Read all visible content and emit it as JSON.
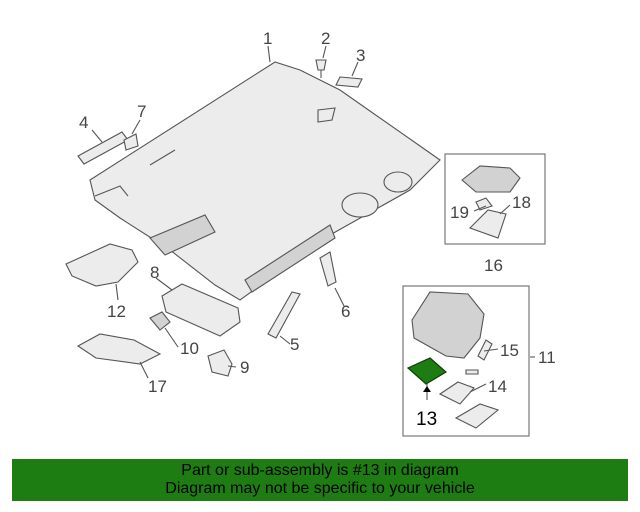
{
  "callouts": {
    "c1": "1",
    "c2": "2",
    "c3": "3",
    "c4": "4",
    "c5": "5",
    "c6": "6",
    "c7": "7",
    "c8": "8",
    "c9": "9",
    "c10": "10",
    "c11": "11",
    "c12": "12",
    "c13": "13",
    "c14": "14",
    "c15": "15",
    "c16": "16",
    "c17": "17",
    "c18": "18",
    "c19": "19"
  },
  "highlight": {
    "part_number": "13",
    "color": "#1e7d12"
  },
  "banner": {
    "line1": "Part or sub-assembly is #13 in diagram",
    "line2": "Diagram may not be specific to your vehicle",
    "background": "#1e7d12"
  }
}
